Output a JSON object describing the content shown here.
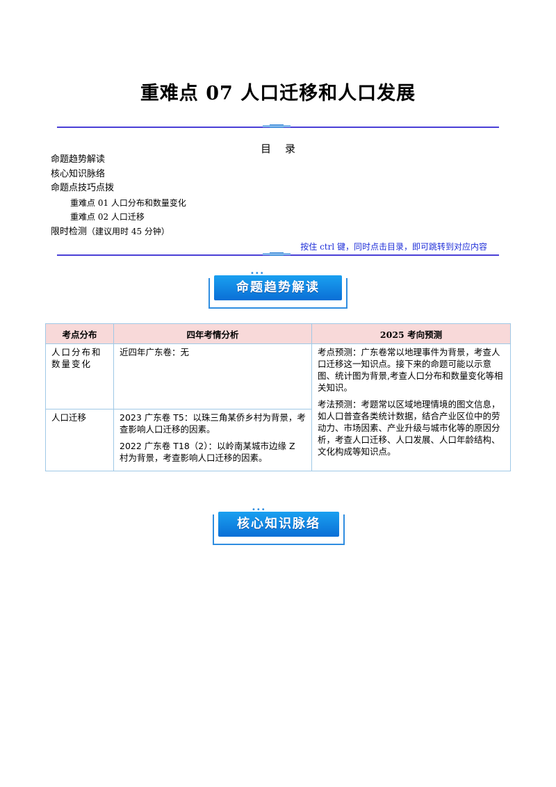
{
  "title": "重难点 07  人口迁移和人口发展",
  "toc": {
    "heading": "目录",
    "items": [
      {
        "label": "命题趋势解读",
        "level": 1
      },
      {
        "label": "核心知识脉络",
        "level": 1
      },
      {
        "label": "命题点技巧点拨",
        "level": 1
      },
      {
        "label": "重难点 01  人口分布和数量变化",
        "level": 2
      },
      {
        "label": "重难点 02  人口迁移",
        "level": 2
      }
    ],
    "last_item": "限时检测",
    "last_item_hint": "（建议用时 45 分钟）",
    "tip": "按住 ctrl 键，同时点击目录，即可跳转到对应内容"
  },
  "section1": {
    "label": "命题趋势解读"
  },
  "table": {
    "headers": [
      "考点分布",
      "四年考情分析",
      "2025 考向预测"
    ],
    "rows": [
      {
        "topic": "人口分布和数量变化",
        "analysis": [
          "近四年广东卷：无"
        ]
      },
      {
        "topic": "人口迁移",
        "analysis": [
          "2023 广东卷 T5：以珠三角某侨乡村为背景，考查影响人口迁移的因素。",
          "2022 广东卷 T18（2）：以岭南某城市边缘 Z 村为背景，考查影响人口迁移的因素。"
        ]
      }
    ],
    "forecast": [
      "考点预测：广东卷常以地理事件为背景，考查人口迁移这一知识点。接下来的命题可能以示意图、统计图为背景,考查人口分布和数量变化等相关知识。",
      "考法预测：考题常以区域地理情境的图文信息，如人口普查各类统计数据，结合产业区位中的劳动力、市场因素、产业升级与城市化等的原因分析，考查人口迁移、人口发展、人口年龄结构、文化构成等知识点。"
    ]
  },
  "section2": {
    "label": "核心知识脉络"
  },
  "colors": {
    "rule": "#4a3fd6",
    "badge": "#0a6fd6",
    "tip": "#1f2fd8",
    "header_bg": "#f8d9d9"
  }
}
